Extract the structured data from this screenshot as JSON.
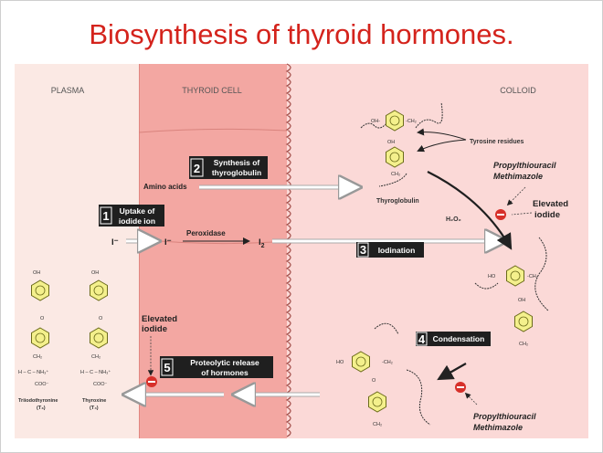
{
  "title": "Biosynthesis of thyroid hormones.",
  "regions": {
    "plasma": "PLASMA",
    "thyroid_cell": "THYROID CELL",
    "colloid": "COLLOID"
  },
  "steps": [
    {
      "num": "1",
      "line1": "Uptake of",
      "line2": "iodide ion"
    },
    {
      "num": "2",
      "line1": "Synthesis of",
      "line2": "thyroglobulin"
    },
    {
      "num": "3",
      "line1": "Iodination",
      "line2": ""
    },
    {
      "num": "4",
      "line1": "Condensation",
      "line2": ""
    },
    {
      "num": "5",
      "line1": "Proteolytic release",
      "line2": "of hormones"
    }
  ],
  "labels": {
    "amino_acids": "Amino acids",
    "peroxidase": "Peroxidase",
    "iodide_ion_plasma": "I⁻",
    "iodide_ion_cell": "I⁻",
    "iodine": "I",
    "iodine_sub": "2",
    "thyroglobulin": "Thyroglobulin",
    "tyrosine_residues": "Tyrosine residues",
    "h2o2": "H₂O₂",
    "elevated_iodide_colloid_1": "Elevated",
    "elevated_iodide_colloid_2": "iodide",
    "elevated_iodide_cell_1": "Elevated",
    "elevated_iodide_cell_2": "iodide",
    "ptu_top_1": "Propylthiouracil",
    "ptu_top_2": "Methimazole",
    "ptu_bottom_1": "Propylthiouracil",
    "ptu_bottom_2": "Methimazole",
    "t3_1": "Triiodothyronine",
    "t3_2": "(T₃)",
    "t4_1": "Thyroxine",
    "t4_2": "(T₄)",
    "oh": "OH",
    "ho": "HO",
    "ch2": "CH₂",
    "o": "O",
    "i": "I",
    "hcnh3": "H – C – NH₃⁺",
    "coo": "COO⁻",
    "ohch2": "OH-",
    "ch2dash": "-CH₂"
  },
  "colors": {
    "plasma": "#fbe9e4",
    "cell": "#f3a7a2",
    "colloid": "#fbd9d7",
    "dark": "#1f1f1f",
    "title": "#d4231c",
    "ring": "#f4f08c"
  }
}
